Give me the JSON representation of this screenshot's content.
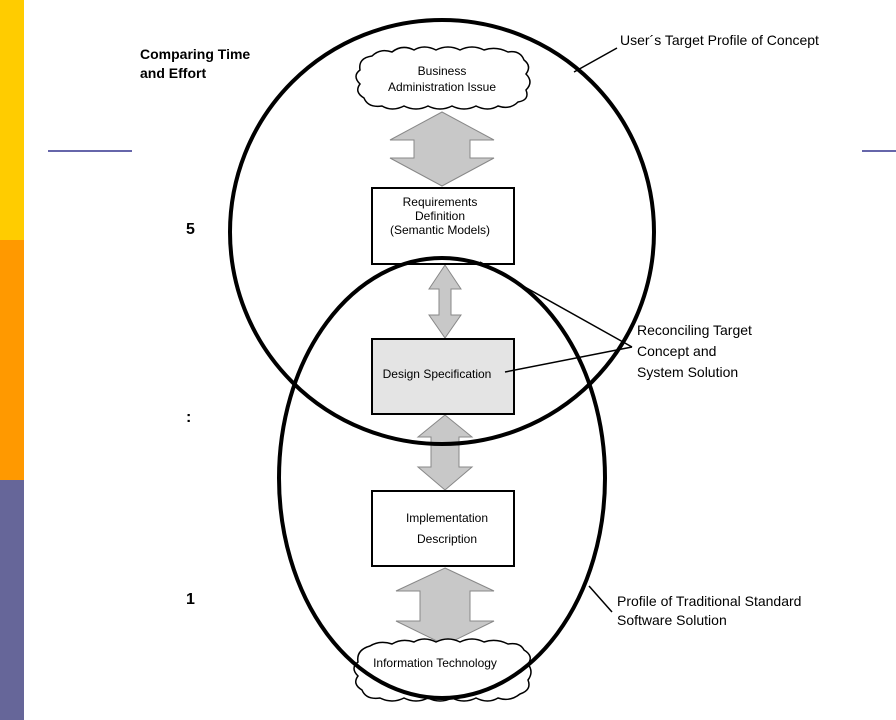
{
  "heading": {
    "line1": "Comparing Time",
    "line2": "and Effort"
  },
  "scale": {
    "top": "5",
    "middle": ":",
    "bottom": "1"
  },
  "nodes": {
    "business": {
      "line1": "Business",
      "line2": "Administration Issue"
    },
    "requirements": {
      "line1": "Requirements",
      "line2": "Definition",
      "line3": "(Semantic Models)"
    },
    "design": {
      "line1": "Design Specification"
    },
    "implementation": {
      "line1": "Implementation",
      "line2": "Description"
    },
    "technology": {
      "line1": "Information Technology"
    }
  },
  "callouts": {
    "user_profile": {
      "line1": "User´s Target Profile of Concept"
    },
    "reconciling": {
      "line1": "Reconciling Target",
      "line2": "Concept and",
      "line3": "System Solution"
    },
    "traditional": {
      "line1": "Profile of Traditional Standard",
      "line2": "Software Solution"
    }
  },
  "colors": {
    "band_top": "#ffcc00",
    "band_middle": "#ff9900",
    "band_bottom": "#666699",
    "title_rule": "#6666aa",
    "arrow_fill": "#c8c8c8",
    "design_box_fill": "#e4e4e4"
  }
}
